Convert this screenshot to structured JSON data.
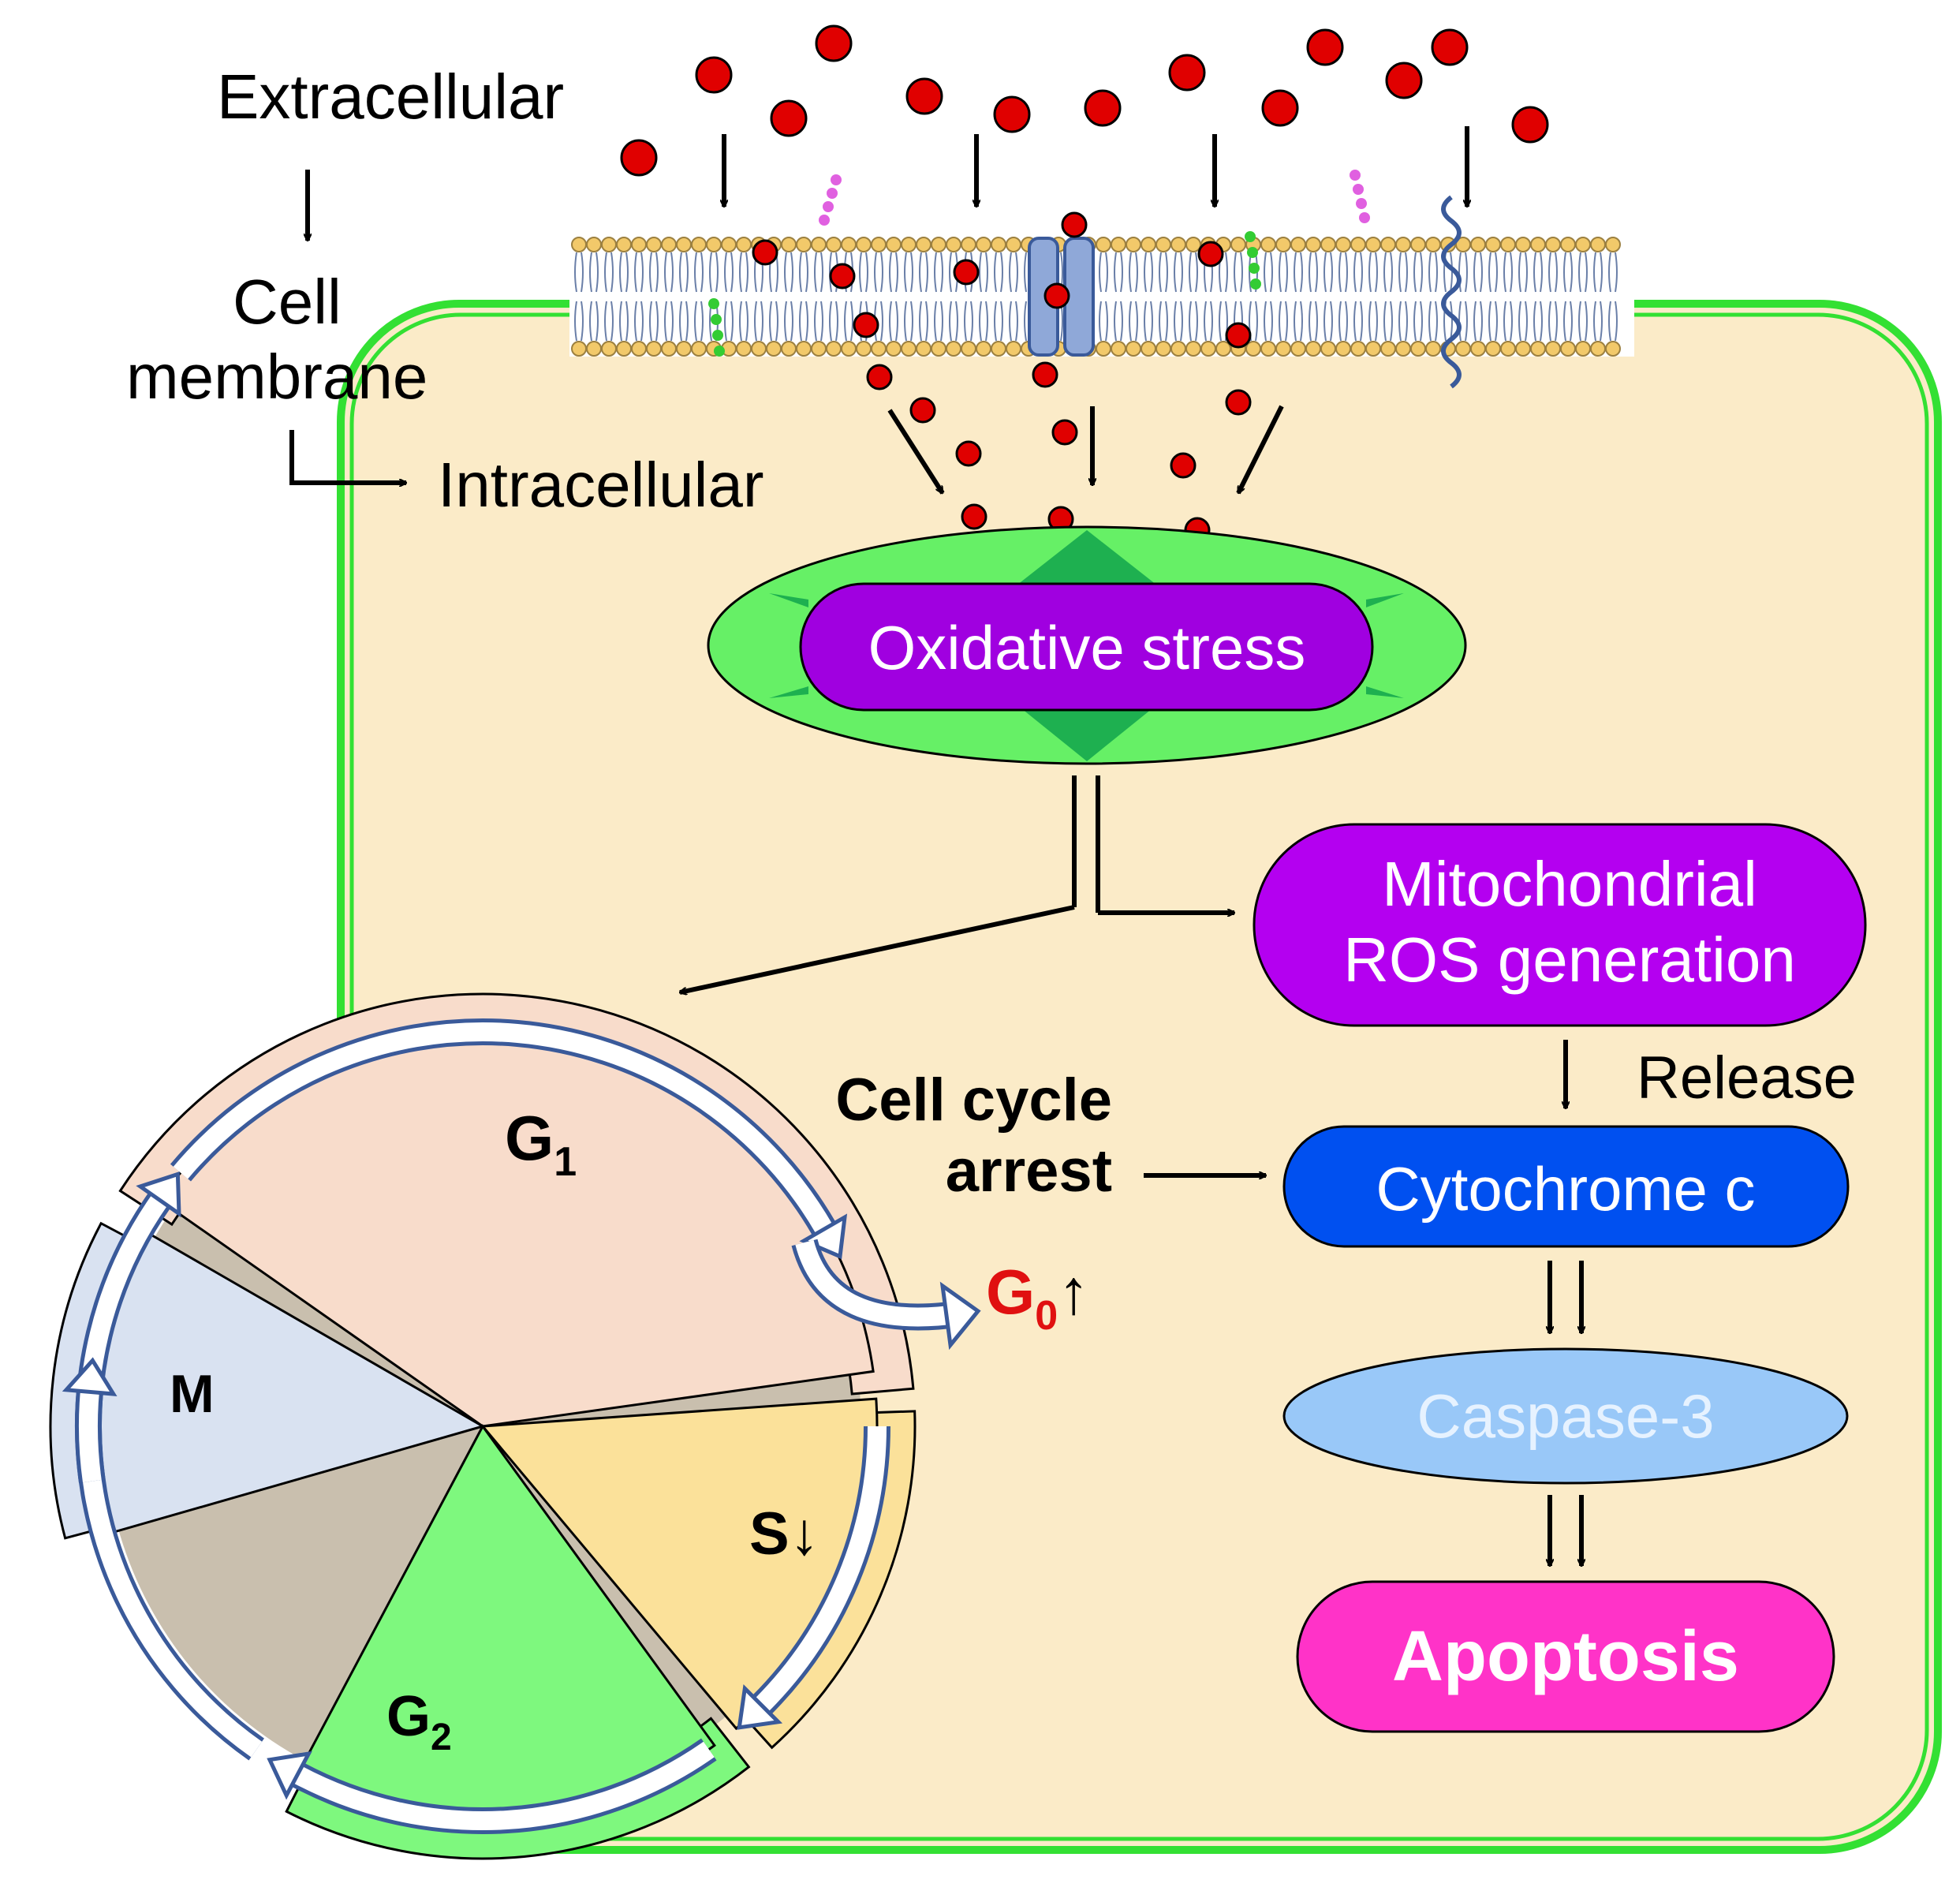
{
  "labels": {
    "extracellular": "Extracellular",
    "cell": "Cell",
    "membrane": "membrane",
    "intracellular": "Intracellular",
    "oxidative_stress": "Oxidative stress",
    "mito_line1": "Mitochondrial",
    "mito_line2": "ROS generation",
    "release": "Release",
    "cytochrome": "Cytochrome c",
    "caspase": "Caspase-3",
    "apoptosis": "Apoptosis",
    "arrest_line1": "Cell cycle",
    "arrest_line2": "arrest",
    "g1_main": "G",
    "g1_sub": "1",
    "g2_main": "G",
    "g2_sub": "2",
    "s_phase": "S↓",
    "m_phase": "M",
    "g0_main": "G",
    "g0_sub": "0",
    "g0_arrow": "↑"
  },
  "colors": {
    "cytoplasm": "#FBEBC8",
    "cell_border": "#33E033",
    "particle": "#E00000",
    "oxidative_fill": "#A000E0",
    "mito_fill": "#B400F0",
    "cytochrome_fill": "#0050F0",
    "caspase_fill": "#99C8F8",
    "caspase_text": "#E6F2FF",
    "apoptosis_fill": "#FF33C8",
    "g1_fill": "#F8DCCB",
    "s_fill": "#FBE19A",
    "g2_fill": "#7EF87E",
    "m_fill": "#D9E2F1",
    "g0_color": "#E01010"
  }
}
